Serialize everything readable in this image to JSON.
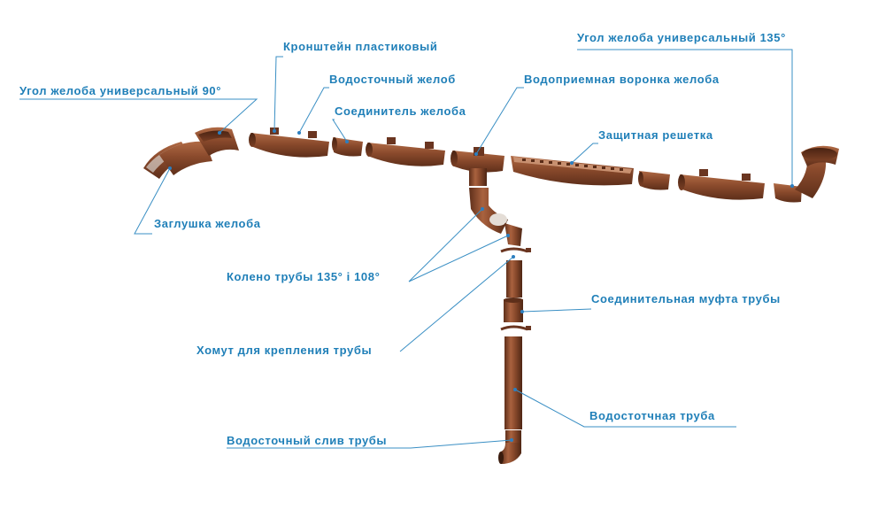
{
  "colors": {
    "label": "#1f7fb8",
    "leader": "#3a8fc4",
    "pipe_brown": "#8a4a2c",
    "pipe_dark": "#5e2f1a",
    "pipe_light": "#b06a45"
  },
  "labels": {
    "gutter_corner_90": "Угол желоба универсальный 90°",
    "plastic_bracket": "Кронштейн пластиковый",
    "gutter": "Водосточный желоб",
    "gutter_connector": "Соединитель желоба",
    "gutter_outlet": "Водоприемная воронка желоба",
    "protective_grid": "Защитная решетка",
    "gutter_corner_135": "Угол желоба универсальный 135°",
    "gutter_end_cap": "Заглушка желоба",
    "pipe_elbow": "Колено трубы 135° і 108°",
    "pipe_coupling": "Соединительная муфта трубы",
    "pipe_clamp": "Хомут для крепления трубы",
    "downpipe": "Водостотчная труба",
    "pipe_outlet": "Водосточный слив трубы"
  }
}
